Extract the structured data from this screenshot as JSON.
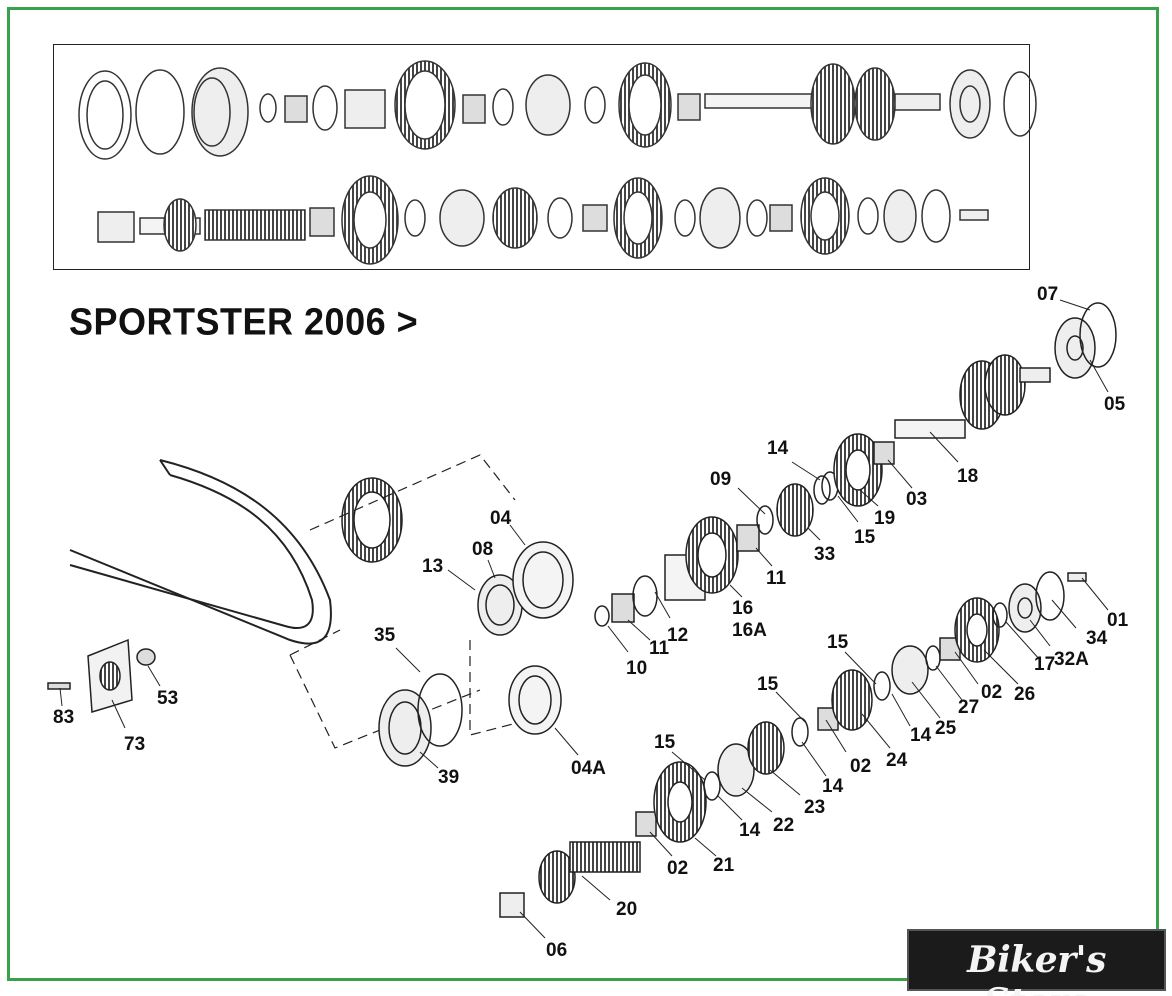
{
  "title": "SPORTSTER 2006 >",
  "logo": {
    "text": "Biker's Store"
  },
  "colors": {
    "frame": "#3aa14a",
    "ink": "#222222",
    "logo_bg": "#1b1b1b"
  },
  "part_labels": [
    "07",
    "05",
    "18",
    "03",
    "19",
    "15",
    "14",
    "09",
    "33",
    "11",
    "04",
    "08",
    "13",
    "16",
    "16A",
    "12",
    "11",
    "10",
    "35",
    "39",
    "04A",
    "53",
    "83",
    "73",
    "01",
    "34",
    "32A",
    "17",
    "26",
    "02",
    "27",
    "25",
    "14",
    "15",
    "24",
    "02",
    "14",
    "15",
    "23",
    "22",
    "14",
    "15",
    "21",
    "02",
    "20",
    "06"
  ]
}
